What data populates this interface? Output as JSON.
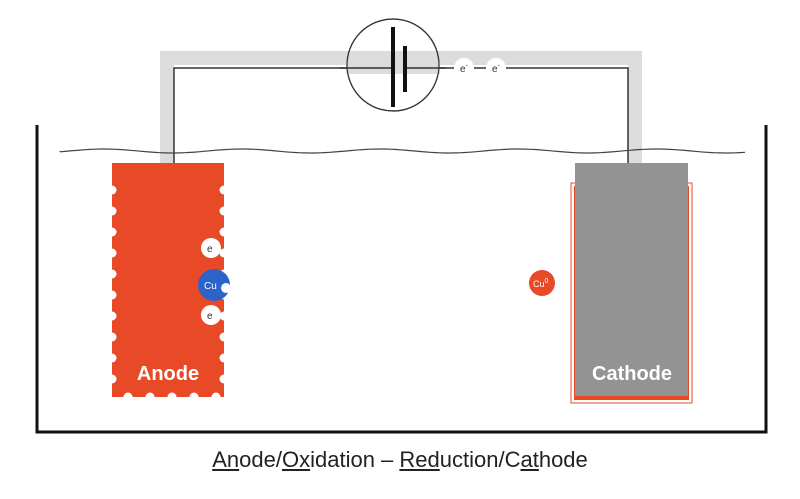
{
  "anode": {
    "label": "Anode",
    "color": "#e84a27"
  },
  "cathode": {
    "label": "Cathode",
    "color": "#939393",
    "coating": "#e84a27"
  },
  "electron_label": "e",
  "electron_sup": "-",
  "ion_anode": {
    "label": "Cu",
    "color": "#2c63c9"
  },
  "ion_solution": {
    "label": "Cu",
    "sup": "0",
    "color": "#e84a27"
  },
  "caption": [
    {
      "text": "An",
      "u": true
    },
    {
      "text": "ode/",
      "u": false
    },
    {
      "text": "Ox",
      "u": true
    },
    {
      "text": "idation – ",
      "u": false
    },
    {
      "text": "Red",
      "u": true
    },
    {
      "text": "uction/C",
      "u": false
    },
    {
      "text": "at",
      "u": true
    },
    {
      "text": "hode",
      "u": false
    }
  ]
}
